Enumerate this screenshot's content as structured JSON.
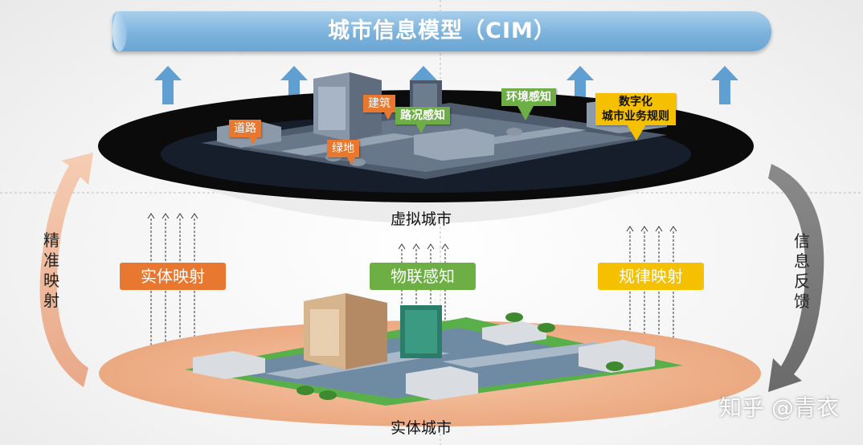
{
  "banner": {
    "title": "城市信息模型（CIM）"
  },
  "virtual_city": {
    "label": "虚拟城市",
    "tags": {
      "road": "道路",
      "building": "建筑",
      "greenland": "绿地",
      "road_sensing": "路况感知",
      "env_sensing": "环境感知",
      "digital_rules_line1": "数字化",
      "digital_rules_line2": "城市业务规则"
    }
  },
  "mappings": {
    "entity_mapping": "实体映射",
    "iot_sensing": "物联感知",
    "rule_mapping": "规律映射"
  },
  "physical_city": {
    "label": "实体城市"
  },
  "side_labels": {
    "left": [
      "精",
      "准",
      "映",
      "射"
    ],
    "right": [
      "信",
      "息",
      "反",
      "馈"
    ]
  },
  "watermark": "知乎 @青衣",
  "colors": {
    "banner": "#7db3dc",
    "orange": "#e8782f",
    "green": "#6dae45",
    "yellow": "#f5c000",
    "disc_black": "#0b0b0b",
    "disc_peach": "#eeb08c",
    "up_arrow": "#5f9fd2"
  },
  "icons": [
    "up-arrow-icon",
    "curved-arrow-icon",
    "building-icon",
    "tree-icon"
  ]
}
